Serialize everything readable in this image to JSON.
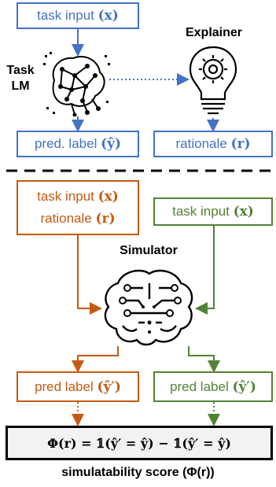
{
  "top": {
    "task_input": {
      "text": "task input",
      "var": "(x)"
    },
    "task_lm_label": [
      "Task",
      "LM"
    ],
    "explainer_label": "Explainer",
    "pred_label": {
      "text": "pred. label",
      "var": "(ŷ)"
    },
    "rationale": {
      "text": "rationale",
      "var": "(r)"
    }
  },
  "bottom": {
    "left_input": {
      "line1_text": "task input",
      "line1_var": "(x)",
      "line2_text": "rationale",
      "line2_var": "(r)"
    },
    "right_input": {
      "text": "task input",
      "var": "(x)"
    },
    "simulator_label": "Simulator",
    "left_pred": {
      "text": "pred label",
      "var": "(ŷ′)"
    },
    "right_pred": {
      "text": "pred label",
      "var": "(ŷ′)"
    },
    "formula": "Φ(r) = 𝟙(ŷ′ = ŷ) − 𝟙(ŷ′ = ŷ)",
    "caption": "simulatability score (Φ(r))"
  },
  "colors": {
    "blue": "#4472c4",
    "orange": "#c55a11",
    "green": "#548235",
    "black": "#000000"
  },
  "icons": [
    "neural-network-brain-icon",
    "lightbulb-gear-icon",
    "circuit-brain-icon"
  ]
}
